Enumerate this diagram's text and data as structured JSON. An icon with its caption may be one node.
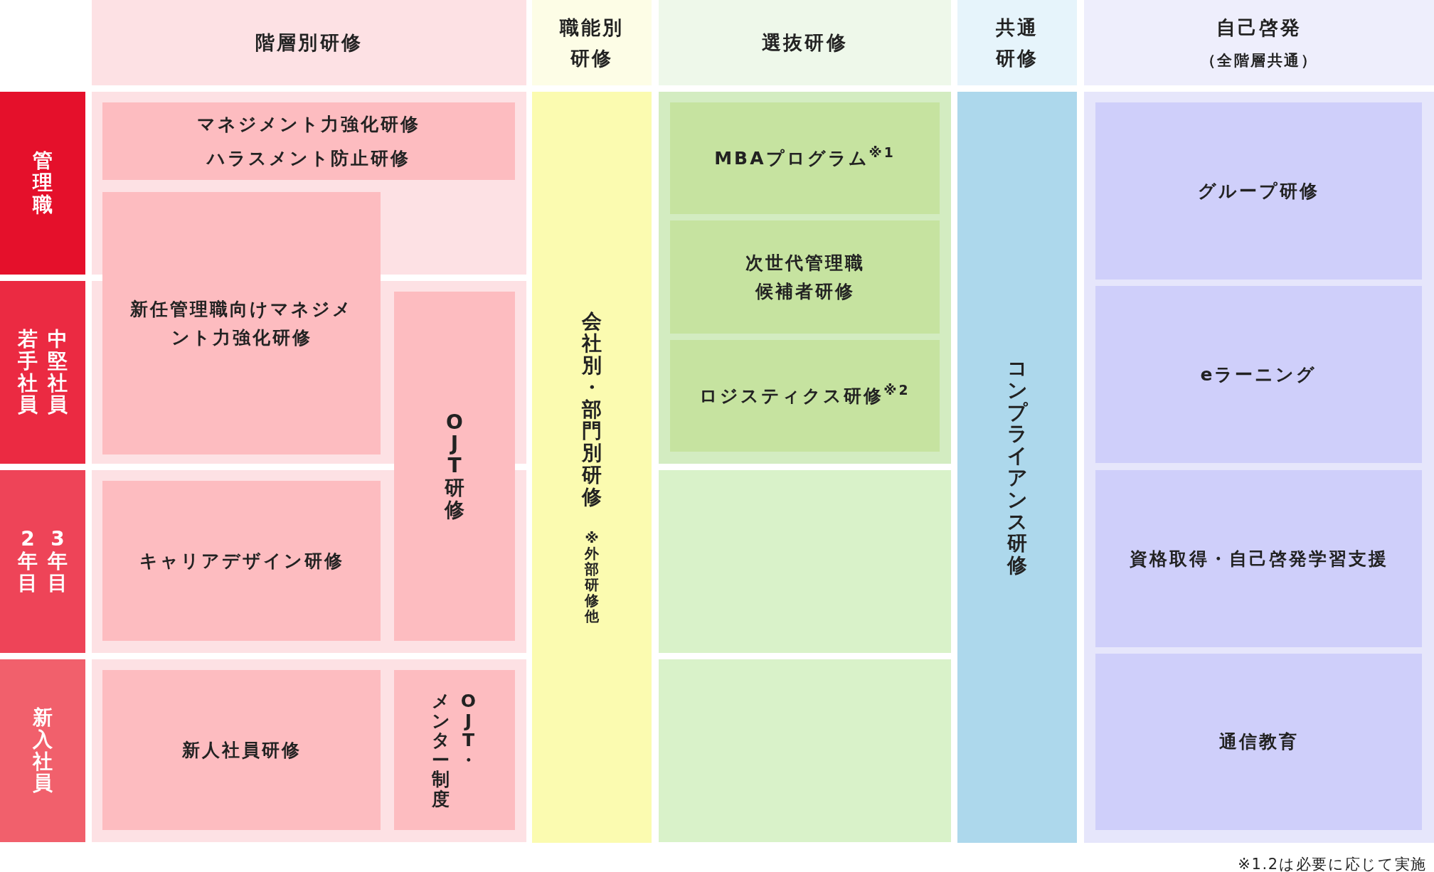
{
  "diagram": {
    "nodes": [
      {
        "text": [
          "階層別研修"
        ]
      },
      {
        "text": [
          "職能別研修"
        ]
      },
      {
        "text": [
          "選抜研修"
        ]
      },
      {
        "text": [
          "共通研修"
        ]
      },
      {
        "text": [
          "自己啓発",
          "（全階層共通）"
        ]
      },
      {
        "text": [
          "管理職"
        ]
      },
      {
        "text": [
          "マネジメント力強化研修",
          "ハラスメント防止研修"
        ]
      },
      {
        "text": [
          "会社別・部門別研修",
          "※外部研修他"
        ]
      },
      {
        "text": [
          "MBAプログラム$^{※1}$"
        ]
      },
      {
        "text": [
          "コンプライアンス研修"
        ]
      },
      {
        "text": [
          "グループ研修"
        ]
      },
      {
        "text": [
          "新任管理職向けマネジメント力強化研修"
        ]
      },
      {
        "text": [
          "次世代管理職候補者研修"
        ]
      },
      {
        "text": [
          "若手社員",
          "中堅社員"
        ]
      },
      {
        "text": [
          "OJT研修"
        ]
      },
      {
        "text": [
          "eラーニング"
        ]
      },
      {
        "text": [
          "ロジスティクス研修$^{※2}$"
        ]
      },
      {
        "text": [
          "2年目",
          "3年目"
        ]
      },
      {
        "text": [
          "キャリアデザイン研修"
        ]
      },
      {
        "text": [
          "資格取得・自己啓発学習支援"
        ]
      },
      {
        "text": [
          "新入社員"
        ]
      },
      {
        "text": [
          "新人社員研修"
        ]
      },
      {
        "text": [
          "メンター制度",
          "OJT・"
        ]
      },
      {
        "text": [
          "通信教育"
        ]
      }
    ],
    "labels": [
      "※1.2は必要に応じて実施"
    ]
  }
}
